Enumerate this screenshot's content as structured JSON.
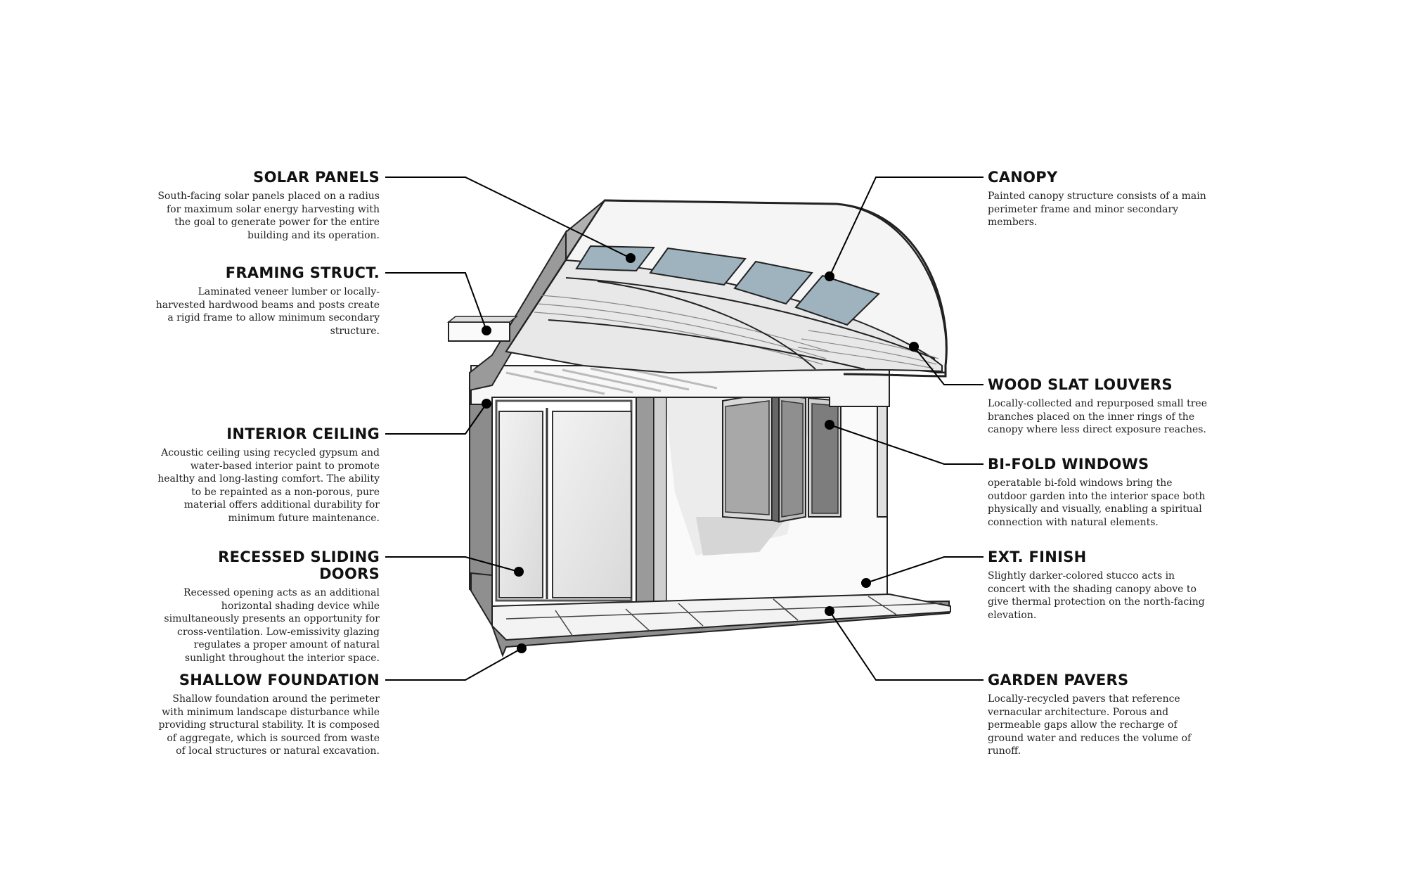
{
  "callouts": [
    {
      "key": "solar_panels",
      "side": "left",
      "title": "SOLAR PANELS",
      "desc": "South-facing solar panels placed on a radius for maximum solar energy harvesting with the goal to generate power for the entire building and its operation."
    },
    {
      "key": "framing",
      "side": "left",
      "title": "FRAMING STRUCT.",
      "desc": "Laminated veneer lumber or locally-harvested hardwood beams and posts create a rigid frame to allow minimum secondary structure."
    },
    {
      "key": "interior_ceiling",
      "side": "left",
      "title": "INTERIOR CEILING",
      "desc": "Acoustic ceiling using recycled gypsum and water-based interior paint to promote healthy and long-lasting comfort. The ability to be repainted as a non-porous, pure material offers additional durability for minimum future maintenance."
    },
    {
      "key": "sliding_doors",
      "side": "left",
      "title": "RECESSED SLIDING DOORS",
      "desc": "Recessed opening acts as an additional horizontal shading device while simultaneously presents an opportunity for cross-ventilation. Low-emissivity glazing regulates a proper amount of natural sunlight throughout the interior space."
    },
    {
      "key": "foundation",
      "side": "left",
      "title": "SHALLOW FOUNDATION",
      "desc": "Shallow foundation around the perimeter with minimum landscape disturbance while providing structural stability. It is composed of aggregate, which is sourced from waste of local structures or natural excavation."
    },
    {
      "key": "canopy",
      "side": "right",
      "title": "CANOPY",
      "desc": "Painted canopy structure consists of a  main perimeter frame and minor secondary members."
    },
    {
      "key": "louvers",
      "side": "right",
      "title": "WOOD SLAT LOUVERS",
      "desc": "Locally-collected and repurposed small tree branches placed on the inner rings of the canopy where less direct exposure reaches."
    },
    {
      "key": "bifold",
      "side": "right",
      "title": "BI-FOLD WINDOWS",
      "desc": "operatable bi-fold windows bring the outdoor garden into the interior space both physically and visually, enabling a spiritual connection with natural elements."
    },
    {
      "key": "ext_finish",
      "side": "right",
      "title": "EXT. FINISH",
      "desc": "Slightly darker-colored stucco acts in concert with the shading canopy above to give thermal protection on the north-facing elevation."
    },
    {
      "key": "pavers",
      "side": "right",
      "title": "GARDEN PAVERS",
      "desc": "Locally-recycled pavers that reference vernacular architecture. Porous and permeable gaps allow the recharge of ground water and reduces the volume of runoff."
    }
  ],
  "colors": {
    "leader": "#000000",
    "panel_glass": "#9fb3bf",
    "wall_shade": "#e6e6e6",
    "frame_dark": "#7a7a7a"
  }
}
